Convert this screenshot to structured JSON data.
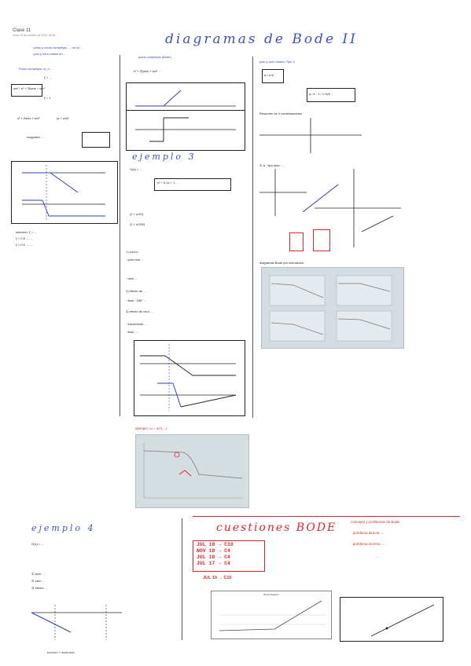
{
  "header": {
    "title": "Clase 11",
    "subtitle": "lunes 14 de octubre de 2019 18:08"
  },
  "main": {
    "title": "diagramas de Bode II",
    "col2_example": "ejemplo 3",
    "col3_heading": "polo y cero reales: Tipo 3",
    "col3_camera_label": "diagramas Bode por simulación:",
    "photo2_caption": "ejemplo: ω = 1/√(...)",
    "example4": "ejemplo 4",
    "cuestiones": "cuestiones BODE",
    "cuestiones_sub": "concepto y problemas de Bode",
    "table": [
      {
        "day": "JUL 18",
        "code": "C10"
      },
      {
        "day": "NOV 18",
        "code": "C4"
      },
      {
        "day": "JUL 18",
        "code": "C4"
      },
      {
        "day": "JUL 17",
        "code": "C4"
      }
    ],
    "july_line": "JUL 19 → C10",
    "plot_title": "Bode Diagram",
    "footer_note": "ENVIADO Y TRABAJADO"
  },
  "colors": {
    "blue_ink": "#3340c4",
    "red_ink": "#d8262b",
    "text": "#222222"
  }
}
